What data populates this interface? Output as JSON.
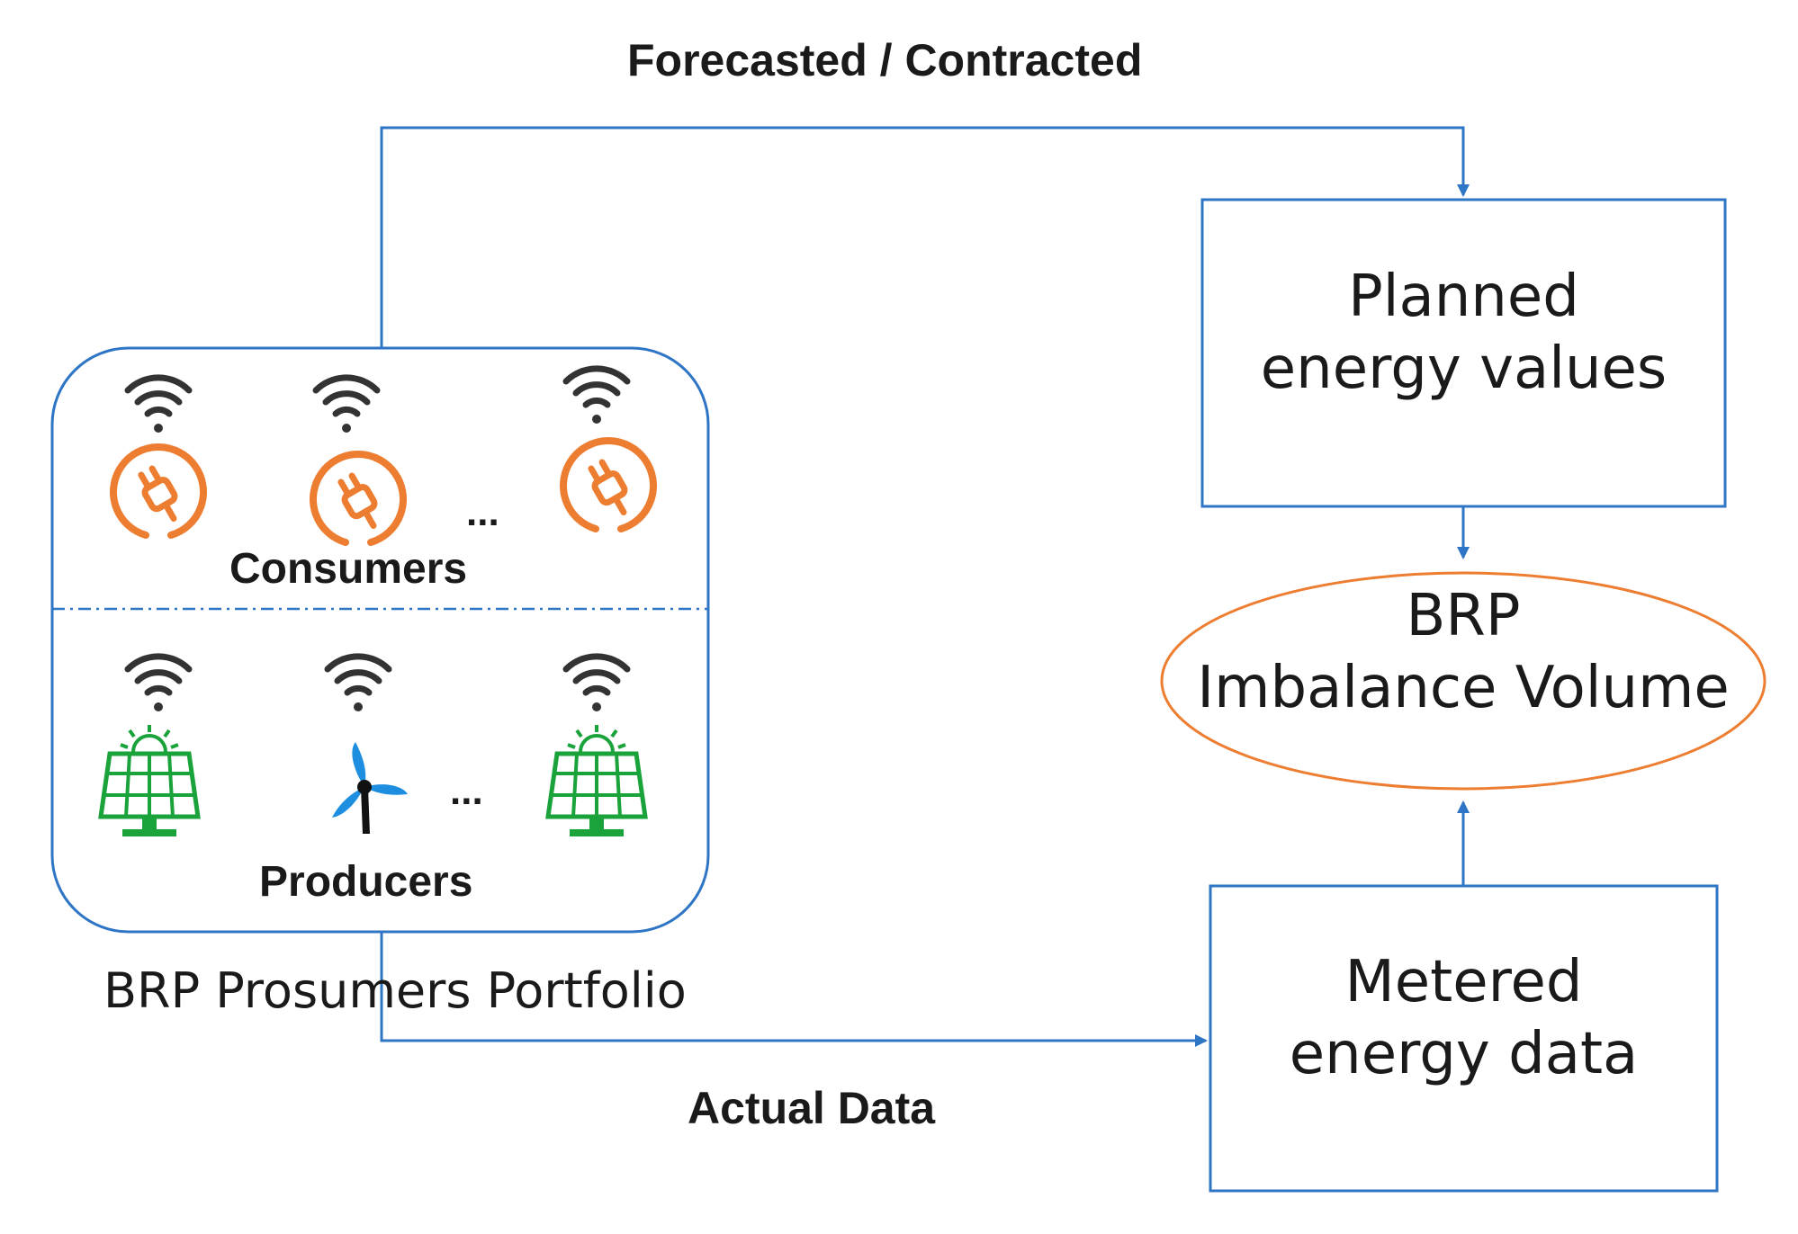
{
  "edges": {
    "top_label": "Forecasted / Contracted",
    "bottom_label": "Actual Data"
  },
  "portfolio": {
    "consumers_label": "Consumers",
    "producers_label": "Producers",
    "ellipsis_consumers": "...",
    "ellipsis_producers": "...",
    "caption": "BRP Prosumers Portfolio"
  },
  "planned_box": {
    "line1": "Planned",
    "line2": "energy values"
  },
  "metered_box": {
    "line1": "Metered",
    "line2": "energy data"
  },
  "imbalance": {
    "line1": "BRP",
    "line2": "Imbalance Volume"
  },
  "colors": {
    "arrow": "#2E75C6",
    "box_border": "#2E75C6",
    "ellipse_border": "#ED7D31",
    "consumer_icon": "#ED7D31",
    "solar_icon": "#1AA33A",
    "wind_icon": "#1E8FE0",
    "wifi_icon": "#333333"
  },
  "icons": {
    "consumer": "plug-icon",
    "solar": "solar-panel-icon",
    "wind": "wind-turbine-icon",
    "signal": "wifi-icon"
  }
}
